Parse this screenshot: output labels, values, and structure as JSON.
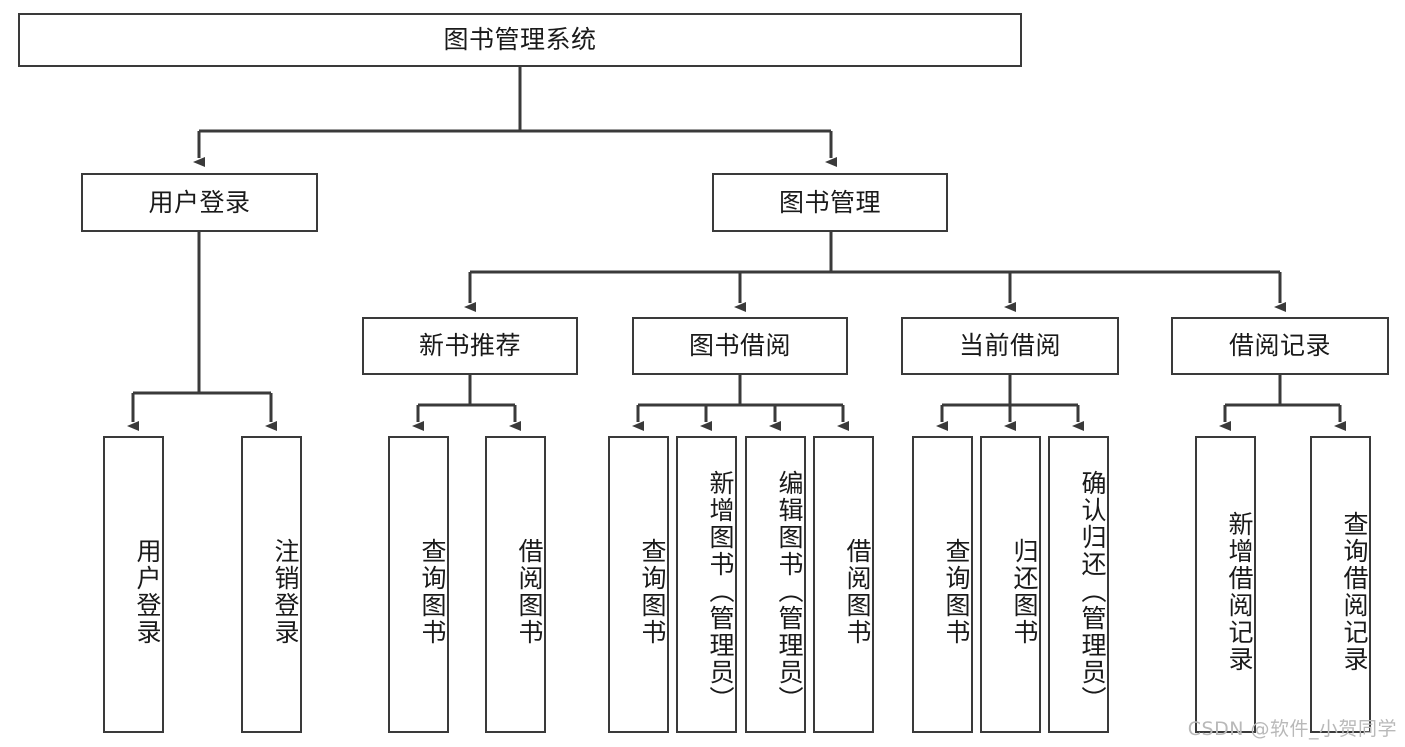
{
  "diagram": {
    "title_text": "图书管理系统",
    "type": "tree-hierarchy-diagram",
    "watermark": "CSDN @软件_小贺同学",
    "colors": {
      "box_border": "#3a3a3a",
      "box_fill": "#ffffff",
      "connector": "#3a3a3a",
      "text": "#1a1a1a",
      "watermark": "#b9b9b9",
      "background": "#ffffff"
    },
    "root": {
      "label": "图书管理系统"
    },
    "level2": [
      {
        "label": "用户登录"
      },
      {
        "label": "图书管理"
      }
    ],
    "level3": [
      {
        "label": "新书推荐"
      },
      {
        "label": "图书借阅"
      },
      {
        "label": "当前借阅"
      },
      {
        "label": "借阅记录"
      }
    ],
    "leaves": {
      "user_login": [
        {
          "label": "用户登录"
        },
        {
          "label": "注销登录"
        }
      ],
      "new_book_recommend": [
        {
          "label": "查询图书"
        },
        {
          "label": "借阅图书"
        }
      ],
      "book_borrow": [
        {
          "label": "查询图书"
        },
        {
          "label": "新增图书（管理员）"
        },
        {
          "label": "编辑图书（管理员）"
        },
        {
          "label": "借阅图书"
        }
      ],
      "current_borrow": [
        {
          "label": "查询图书"
        },
        {
          "label": "归还图书"
        },
        {
          "label": "确认归还（管理员）"
        }
      ],
      "borrow_record": [
        {
          "label": "新增借阅记录"
        },
        {
          "label": "查询借阅记录"
        }
      ]
    }
  }
}
